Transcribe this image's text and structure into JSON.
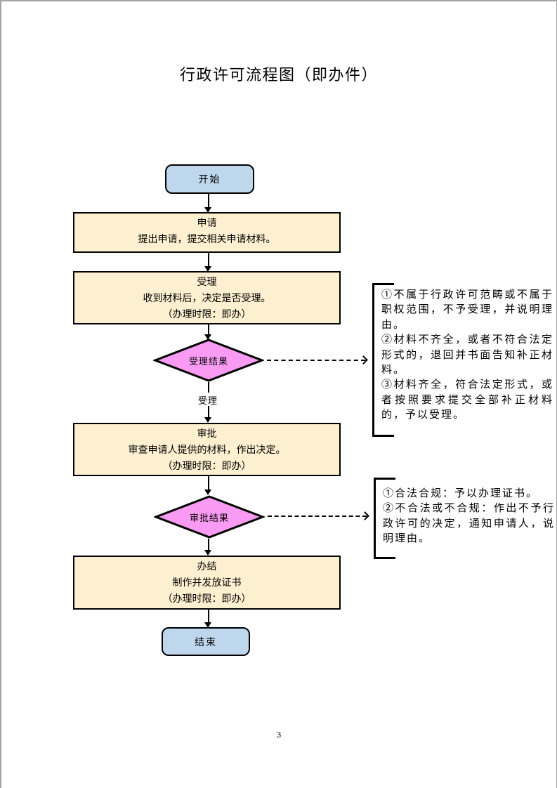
{
  "page": {
    "title": "行政许可流程图（即办件）",
    "page_number": "3"
  },
  "flow": {
    "start_label": "开始",
    "end_label": "结束",
    "steps": [
      {
        "title": "申请",
        "lines": [
          "提出申请，提交相关申请材料。"
        ]
      },
      {
        "title": "受理",
        "lines": [
          "收到材料后，决定是否受理。",
          "（办理时限：即办）"
        ]
      },
      {
        "title": "审批",
        "lines": [
          "审查申请人提供的材料，作出决定。",
          "（办理时限：即办）"
        ]
      },
      {
        "title": "办结",
        "lines": [
          "制作并发放证书",
          "（办理时限：即办）"
        ]
      }
    ],
    "decisions": [
      {
        "label": "受理结果",
        "branch_label": "受理",
        "note": "①不属于行政许可范畴或不属于职权范围，不予受理，并说明理由。\n②材料不齐全，或者不符合法定形式的，退回并书面告知补正材料。\n③材料齐全，符合法定形式，或者按照要求提交全部补正材料的，予以受理。"
      },
      {
        "label": "审批结果",
        "note": "①合法合规：予以办理证书。\n②不合法或不合规：作出不予行政许可的决定，通知申请人，说明理由。"
      }
    ]
  },
  "colors": {
    "terminal_fill": "#bed7ec",
    "process_fill": "#fdf0d0",
    "decision_fill": "#f99bf2",
    "shape_border": "#000000",
    "page_border": "#a3a3a3"
  }
}
